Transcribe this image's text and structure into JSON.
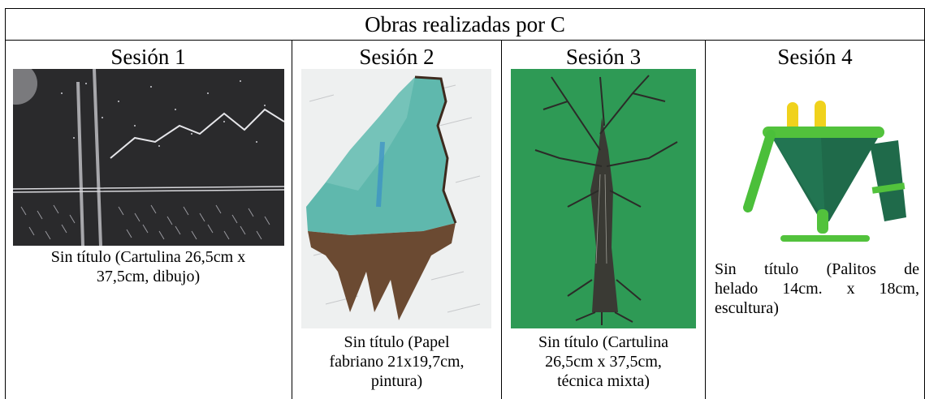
{
  "table": {
    "title": "Obras realizadas por C",
    "sessions": [
      {
        "label": "Sesión 1",
        "caption_lines": [
          "Sin título (Cartulina 26,5cm x",
          "37,5cm, dibujo)"
        ],
        "artwork": "night-landscape-drawing"
      },
      {
        "label": "Sesión 2",
        "caption_lines": [
          "Sin título (Papel",
          "fabriano 21x19,7cm,",
          "pintura)"
        ],
        "artwork": "floating-mountain-painting"
      },
      {
        "label": "Sesión 3",
        "caption_lines": [
          "Sin título (Cartulina",
          "26,5cm x 37,5cm,",
          "técnica mixta)"
        ],
        "artwork": "tree-mixed-media"
      },
      {
        "label": "Sesión 4",
        "caption_lines": [
          "Sin título (Palitos de",
          "helado 14cm. x 18cm,",
          "escultura)"
        ],
        "artwork": "popsicle-stick-sculpture"
      }
    ]
  },
  "colors": {
    "chalkboard": "#2a2a2c",
    "green_card": "#2e9a55",
    "teal_paint": "#5fb8ad",
    "brown_paint": "#6b4a32"
  }
}
